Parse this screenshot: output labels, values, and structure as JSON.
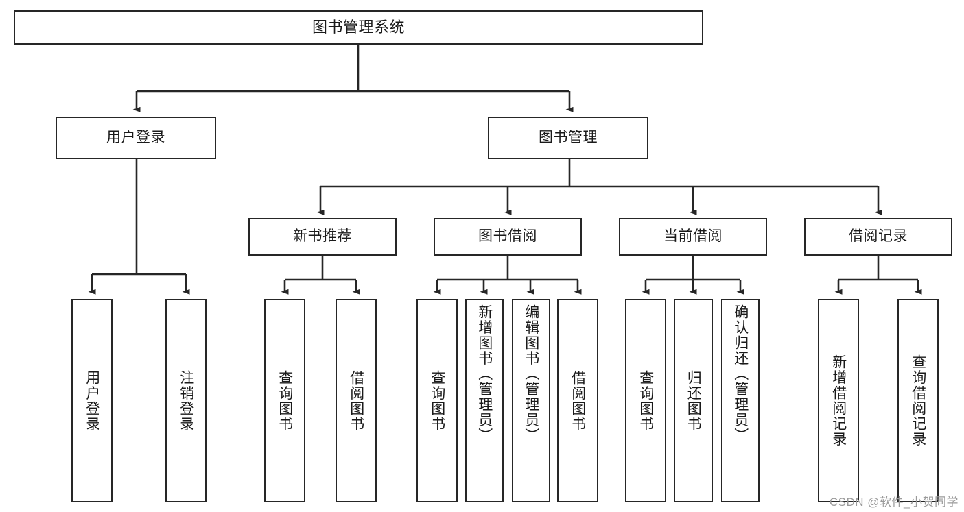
{
  "diagram": {
    "title": "图书管理系统",
    "type": "hierarchy-tree",
    "watermark": "CSDN @软件_小贺同学",
    "colors": {
      "box_border": "#262626",
      "box_fill": "#ffffff",
      "connector": "#262626",
      "background": "#ffffff",
      "watermark": "#9a9a9a"
    },
    "levels": {
      "root": "图书管理系统",
      "level2": [
        "用户登录",
        "图书管理"
      ],
      "level3": [
        "新书推荐",
        "图书借阅",
        "当前借阅",
        "借阅记录"
      ]
    },
    "nodes": {
      "root": {
        "label": "图书管理系统"
      },
      "user_login": {
        "label": "用户登录"
      },
      "book_manage": {
        "label": "图书管理"
      },
      "new_book_rec": {
        "label": "新书推荐"
      },
      "book_borrow": {
        "label": "图书借阅"
      },
      "current_borrow": {
        "label": "当前借阅"
      },
      "borrow_record": {
        "label": "借阅记录"
      },
      "leaf_user_login": {
        "label": "用户登录"
      },
      "leaf_logout": {
        "label": "注销登录"
      },
      "leaf_query_book_a": {
        "label": "查询图书"
      },
      "leaf_borrow_book_a": {
        "label": "借阅图书"
      },
      "leaf_query_book_b": {
        "label": "查询图书"
      },
      "leaf_add_book": {
        "label": "新增图书（管理员）"
      },
      "leaf_edit_book": {
        "label": "编辑图书（管理员）"
      },
      "leaf_borrow_book_b": {
        "label": "借阅图书"
      },
      "leaf_query_book_c": {
        "label": "查询图书"
      },
      "leaf_return_book": {
        "label": "归还图书"
      },
      "leaf_confirm_return": {
        "label": "确认归还（管理员）"
      },
      "leaf_add_record": {
        "label": "新增借阅记录"
      },
      "leaf_query_record": {
        "label": "查询借阅记录"
      }
    },
    "edges": [
      {
        "from": "root",
        "to": "user_login"
      },
      {
        "from": "root",
        "to": "book_manage"
      },
      {
        "from": "user_login",
        "to": "leaf_user_login"
      },
      {
        "from": "user_login",
        "to": "leaf_logout"
      },
      {
        "from": "book_manage",
        "to": "new_book_rec"
      },
      {
        "from": "book_manage",
        "to": "book_borrow"
      },
      {
        "from": "book_manage",
        "to": "current_borrow"
      },
      {
        "from": "book_manage",
        "to": "borrow_record"
      },
      {
        "from": "new_book_rec",
        "to": "leaf_query_book_a"
      },
      {
        "from": "new_book_rec",
        "to": "leaf_borrow_book_a"
      },
      {
        "from": "book_borrow",
        "to": "leaf_query_book_b"
      },
      {
        "from": "book_borrow",
        "to": "leaf_add_book"
      },
      {
        "from": "book_borrow",
        "to": "leaf_edit_book"
      },
      {
        "from": "book_borrow",
        "to": "leaf_borrow_book_b"
      },
      {
        "from": "current_borrow",
        "to": "leaf_query_book_c"
      },
      {
        "from": "current_borrow",
        "to": "leaf_return_book"
      },
      {
        "from": "current_borrow",
        "to": "leaf_confirm_return"
      },
      {
        "from": "borrow_record",
        "to": "leaf_add_record"
      },
      {
        "from": "borrow_record",
        "to": "leaf_query_record"
      }
    ]
  }
}
